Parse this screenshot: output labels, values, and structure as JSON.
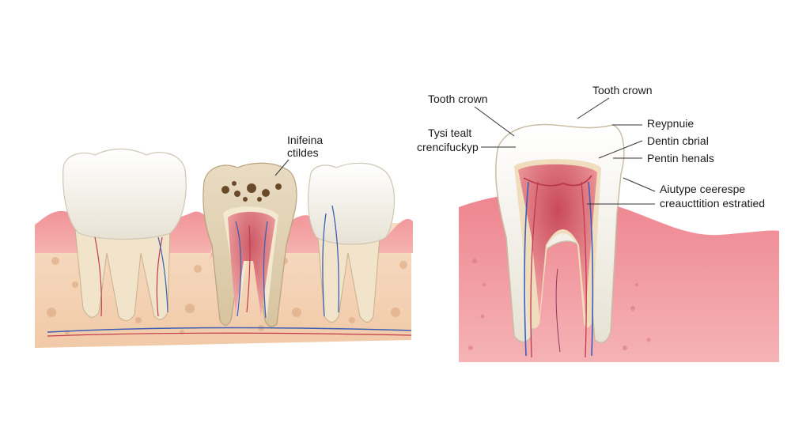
{
  "left_panel": {
    "callout_lines": [
      "Inifeina",
      "ctildes"
    ]
  },
  "right_panel": {
    "labels": {
      "tooth_crown_a": "Tooth crown",
      "tooth_crown_b": "Tooth crown",
      "tysi_tealt": "Tysi tealt",
      "crencifuckyp": "crencifuckyp",
      "reypnuie": "Reypnuie",
      "dentin_cbrial": "Dentin cbrial",
      "pentin_henals": "Pentin henals",
      "aiutype": "Aiutype ceerespe",
      "creaucttition": "creaucttition estratied"
    }
  },
  "colors": {
    "gum": "#ef8f96",
    "gum_light": "#f7c3c4",
    "bone": "#f3d3b9",
    "enamel": "#f4f1e8",
    "dentin": "#eedfc2",
    "pulp": "#e58a8d",
    "nerve_blue": "#3c5fb4",
    "nerve_red": "#c23a4a"
  }
}
